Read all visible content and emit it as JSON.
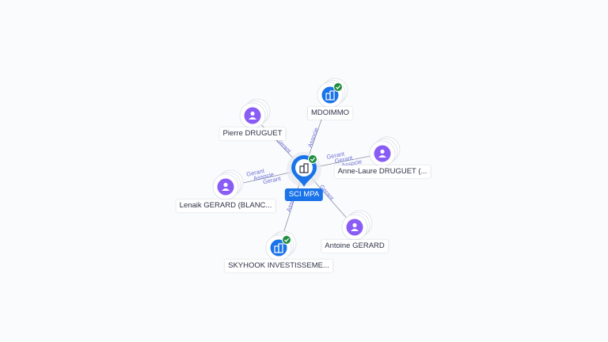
{
  "center": {
    "label": "SCI MPA",
    "icon": "building-icon"
  },
  "nodes": [
    {
      "id": "pierre",
      "label": "Pierre DRUGUET",
      "type": "person"
    },
    {
      "id": "mdoimmo",
      "label": "MDOIMMO",
      "type": "company",
      "verified": true
    },
    {
      "id": "annelaure",
      "label": "Anne-Laure DRUGUET (...",
      "type": "person"
    },
    {
      "id": "lenaik",
      "label": "Lenaik GERARD (BLANC...",
      "type": "person"
    },
    {
      "id": "antoine",
      "label": "Antoine GERARD",
      "type": "person"
    },
    {
      "id": "skyhook",
      "label": "SKYHOOK INVESTISSEME...",
      "type": "company",
      "verified": true
    }
  ],
  "edge_labels": {
    "pierre": [
      "Gerant"
    ],
    "mdoimmo": [
      "Associe"
    ],
    "annelaure": [
      "Gerant",
      "Gerant",
      "Associe"
    ],
    "lenaik": [
      "Gerant",
      "Associe",
      "Gerant"
    ],
    "antoine": [
      "Gerant"
    ],
    "skyhook": [
      "Associe"
    ]
  },
  "colors": {
    "person": "#8a5cf6",
    "company": "#1a73e8",
    "verified": "#1e8e3e",
    "edge": "#8a8fa8",
    "edge_label": "#6b6fd6"
  }
}
